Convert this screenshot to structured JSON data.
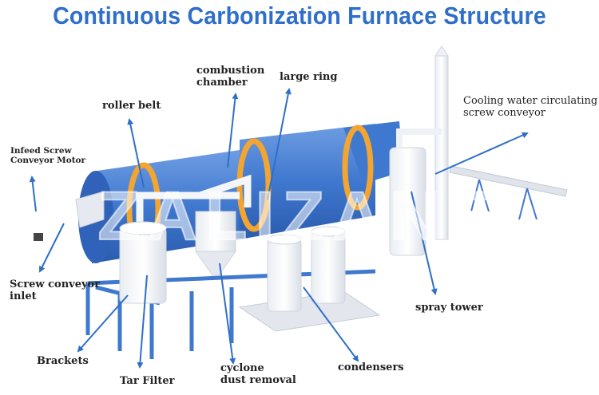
{
  "title": "Continuous Carbonization Furnace Structure",
  "watermark": "ZALIZANE",
  "colors": {
    "title": "#2f6fc9",
    "arrow": "#2f6fc9",
    "machine_blue": "#3f78cf",
    "label": "#222222"
  },
  "labels": {
    "infeed_motor_line1": "Infeed Screw",
    "infeed_motor_line2": "Conveyor Motor",
    "roller_belt": "roller belt",
    "combustion_line1": "combustion",
    "combustion_line2": "chamber",
    "large_ring": "large ring",
    "cooling_line1": "Cooling water circulating",
    "cooling_line2": "screw conveyor",
    "screw_inlet_line1": "Screw conveyor",
    "screw_inlet_line2": "inlet",
    "spray_tower": "spray tower",
    "brackets": "Brackets",
    "tar_filter": "Tar Filter",
    "cyclone_line1": "cyclone",
    "cyclone_line2": "dust removal",
    "condensers": "condensers"
  }
}
